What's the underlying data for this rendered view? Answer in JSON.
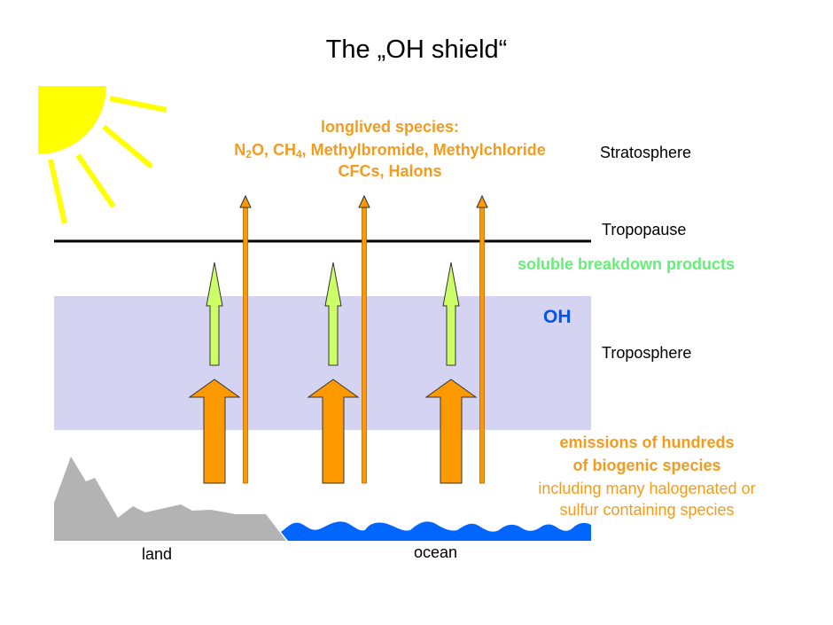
{
  "title": "The „OH shield“",
  "colors": {
    "sun": "#ffff00",
    "troposphere_band": "#d4d4f2",
    "big_arrow": "#ff9900",
    "thin_arrow": "#ff9900",
    "green_arrow": "#ccff66",
    "land": "#b3b3b3",
    "ocean": "#0066ff",
    "orange_text": "#f39b1f",
    "green_text": "#66ee77",
    "oh_text": "#0055ee"
  },
  "longlived": {
    "heading": "longlived species:",
    "line2_parts": {
      "n2o_a": "N",
      "n2o_sub": "2",
      "n2o_b": "O, CH",
      "ch4_sub": "4",
      "rest": ", Methylbromide, Methylchloride"
    },
    "line3": "CFCs, Halons"
  },
  "layers": {
    "stratosphere": "Stratosphere",
    "tropopause": "Tropopause",
    "troposphere": "Troposphere"
  },
  "soluble": "soluble breakdown products",
  "oh_label": "OH",
  "emissions": {
    "line1": "emissions of hundreds",
    "line2": "of biogenic species",
    "line3": "including many halogenated or",
    "line4": "sulfur containing species"
  },
  "surface": {
    "land": "land",
    "ocean": "ocean"
  },
  "arrow_columns": 3
}
